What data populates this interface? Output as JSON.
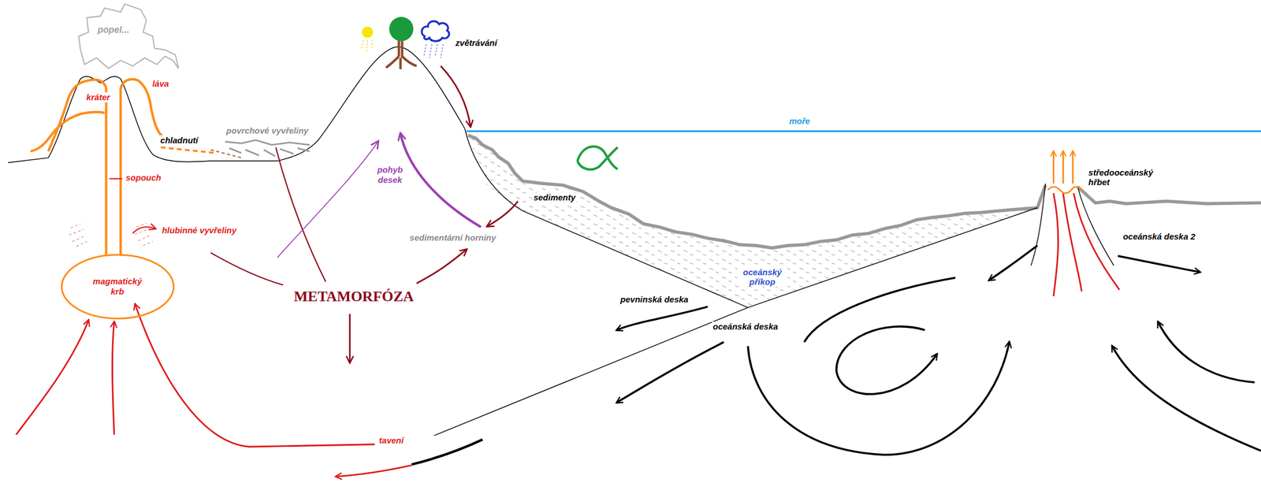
{
  "diagram": {
    "nodes": [
      {
        "text": [
          "magmatický krb"
        ]
      }
    ],
    "labels": [
      "popel...",
      "kráter",
      "láva",
      "chladnutí",
      "povrchové vyvřeliny",
      "sopouch",
      "hlubinné vyvřeliny",
      "zvětrávání",
      "moře",
      "sedimenty",
      "pohyb desek",
      "sedimentární horniny",
      "METAMORFÓZA",
      "pevninská deska",
      "oceánská deska",
      "oceánský příkop",
      "středooceánský hřbet",
      "oceánská deska 2",
      "tavení"
    ]
  }
}
